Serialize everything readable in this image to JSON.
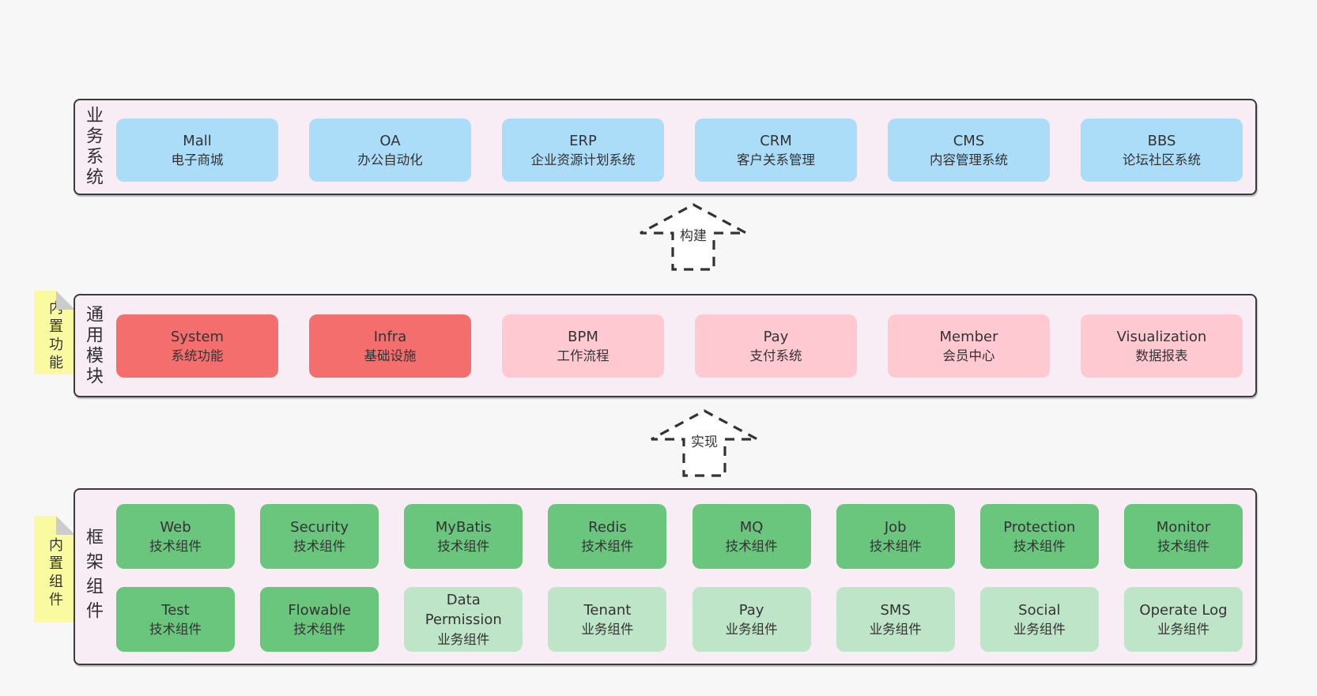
{
  "business": {
    "label": "业务系统",
    "items": [
      {
        "name": "Mall",
        "desc": "电子商城",
        "variant": "blue"
      },
      {
        "name": "OA",
        "desc": "办公自动化",
        "variant": "blue"
      },
      {
        "name": "ERP",
        "desc": "企业资源计划系统",
        "variant": "blue"
      },
      {
        "name": "CRM",
        "desc": "客户关系管理",
        "variant": "blue"
      },
      {
        "name": "CMS",
        "desc": "内容管理系统",
        "variant": "blue"
      },
      {
        "name": "BBS",
        "desc": "论坛社区系统",
        "variant": "blue"
      }
    ]
  },
  "modules": {
    "label": "通用模块",
    "tab": "内置功能",
    "items": [
      {
        "name": "System",
        "desc": "系统功能",
        "variant": "red"
      },
      {
        "name": "Infra",
        "desc": "基础设施",
        "variant": "red"
      },
      {
        "name": "BPM",
        "desc": "工作流程",
        "variant": "pink"
      },
      {
        "name": "Pay",
        "desc": "支付系统",
        "variant": "pink"
      },
      {
        "name": "Member",
        "desc": "会员中心",
        "variant": "pink"
      },
      {
        "name": "Visualization",
        "desc": "数据报表",
        "variant": "pink"
      }
    ]
  },
  "framework": {
    "label": "框架组件",
    "tab": "内置组件",
    "row1": [
      {
        "name": "Web",
        "desc": "技术组件",
        "variant": "green"
      },
      {
        "name": "Security",
        "desc": "技术组件",
        "variant": "green"
      },
      {
        "name": "MyBatis",
        "desc": "技术组件",
        "variant": "green"
      },
      {
        "name": "Redis",
        "desc": "技术组件",
        "variant": "green"
      },
      {
        "name": "MQ",
        "desc": "技术组件",
        "variant": "green"
      },
      {
        "name": "Job",
        "desc": "技术组件",
        "variant": "green"
      },
      {
        "name": "Protection",
        "desc": "技术组件",
        "variant": "green"
      },
      {
        "name": "Monitor",
        "desc": "技术组件",
        "variant": "green"
      }
    ],
    "row2": [
      {
        "name": "Test",
        "desc": "技术组件",
        "variant": "green"
      },
      {
        "name": "Flowable",
        "desc": "技术组件",
        "variant": "green"
      },
      {
        "name": "Data Permission",
        "desc": "业务组件",
        "variant": "lightgreen"
      },
      {
        "name": "Tenant",
        "desc": "业务组件",
        "variant": "lightgreen"
      },
      {
        "name": "Pay",
        "desc": "业务组件",
        "variant": "lightgreen"
      },
      {
        "name": "SMS",
        "desc": "业务组件",
        "variant": "lightgreen"
      },
      {
        "name": "Social",
        "desc": "业务组件",
        "variant": "lightgreen"
      },
      {
        "name": "Operate Log",
        "desc": "业务组件",
        "variant": "lightgreen"
      }
    ]
  },
  "arrows": {
    "build": "构建",
    "implement": "实现"
  },
  "colors": {
    "page_bg": "#F7F7F7",
    "section_bg": "#F8EDF5",
    "section_border": "#3B3B3B",
    "blue_box": "#ABDCF8",
    "red_box": "#F56E6E",
    "pink_box": "#FFC9D2",
    "green_box": "#6AC57D",
    "light_green_box": "#BFE5C8",
    "tab_yellow": "#FAFAA0",
    "fold_gray": "#CCCCCC",
    "text": "#333333"
  }
}
